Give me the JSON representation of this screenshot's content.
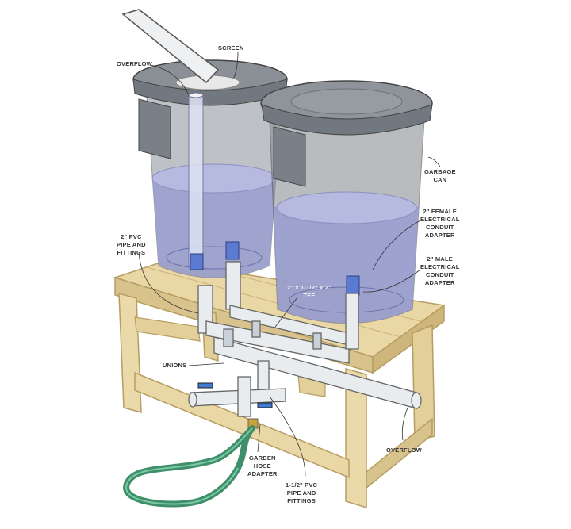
{
  "diagram": {
    "title": "Rain barrel water collection system on wooden stand",
    "colors": {
      "can_gray": "#8a9096",
      "can_dark": "#6f757b",
      "water": "#9a9fd0",
      "wood": "#e9d7a6",
      "wood_edge": "#c9b27a",
      "pvc": "#e8ecef",
      "hose": "#3f8f6a"
    },
    "labels": {
      "screen": "SCREEN",
      "overflow_top": "OVERFLOW",
      "garbage_can": "GARBAGE\nCAN",
      "female_adapter": "2\" FEMALE\nELECTRICAL\nCONDUIT\nADAPTER",
      "male_adapter": "2\" MALE\nELECTRICAL\nCONDUIT\nADAPTER",
      "pvc_2in": "2\" PVC\nPIPE AND\nFITTINGS",
      "tee": "2\" x 1-1/2\" x 2\"\nTEE",
      "unions": "UNIONS",
      "garden_hose_adapter": "GARDEN\nHOSE\nADAPTER",
      "pvc_1_5in": "1-1/2\" PVC\nPIPE AND\nFITTINGS",
      "overflow_bottom": "OVERFLOW"
    }
  }
}
